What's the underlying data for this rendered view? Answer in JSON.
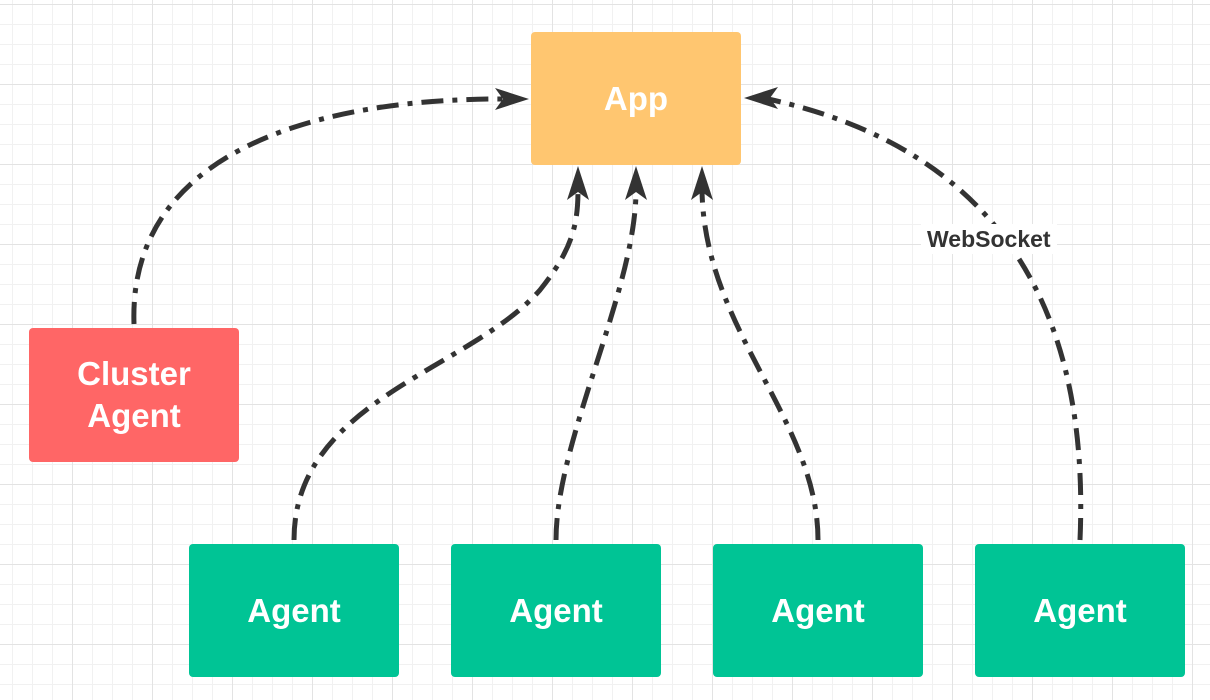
{
  "nodes": {
    "app": {
      "label": "App",
      "color": "#ffc670"
    },
    "cluster_agent": {
      "label": "Cluster\nAgent",
      "color": "#ff6666"
    },
    "agents": [
      {
        "label": "Agent",
        "color": "#00c495"
      },
      {
        "label": "Agent",
        "color": "#00c495"
      },
      {
        "label": "Agent",
        "color": "#00c495"
      },
      {
        "label": "Agent",
        "color": "#00c495"
      }
    ]
  },
  "edges": [
    {
      "from": "cluster_agent",
      "to": "app",
      "style": "dash-dot",
      "label": ""
    },
    {
      "from": "agent_1",
      "to": "app",
      "style": "dash-dot",
      "label": ""
    },
    {
      "from": "agent_2",
      "to": "app",
      "style": "dash-dot",
      "label": ""
    },
    {
      "from": "agent_3",
      "to": "app",
      "style": "dash-dot",
      "label": ""
    },
    {
      "from": "agent_4",
      "to": "app",
      "style": "dash-dot",
      "label": "WebSocket"
    }
  ],
  "colors": {
    "edge": "#333333",
    "background": "#ffffff",
    "grid": "#e3e3e3"
  }
}
